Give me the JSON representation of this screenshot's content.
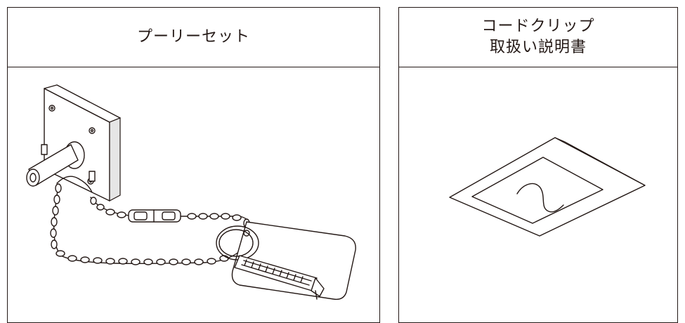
{
  "panels": {
    "left": {
      "title_lines": [
        "プーリーセット"
      ]
    },
    "right": {
      "title_lines": [
        "コードクリップ",
        "取扱い説明書"
      ]
    }
  },
  "icons": {
    "left": "pulley-set-illustration",
    "right": "instruction-sheet-illustration"
  },
  "colors": {
    "line": "#231815",
    "background": "#ffffff"
  }
}
